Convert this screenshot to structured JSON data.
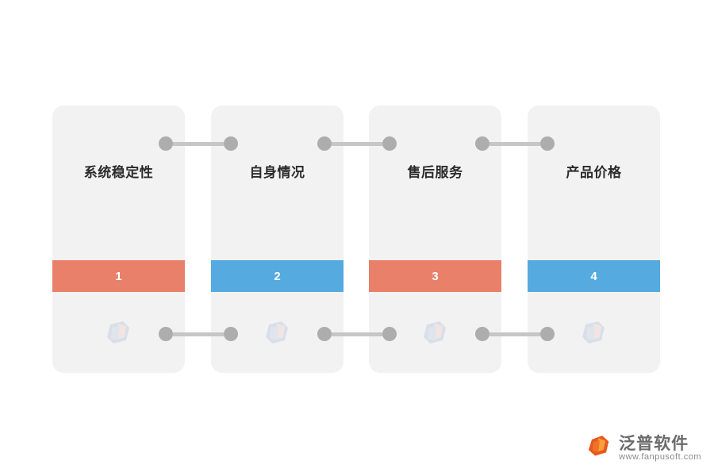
{
  "diagram": {
    "type": "process-steps",
    "steps": [
      {
        "title": "系统稳定性",
        "number": "1",
        "band_color": "#e8806a"
      },
      {
        "title": "自身情况",
        "number": "2",
        "band_color": "#55aadf"
      },
      {
        "title": "售后服务",
        "number": "3",
        "band_color": "#e8806a"
      },
      {
        "title": "产品价格",
        "number": "4",
        "band_color": "#55aadf"
      }
    ],
    "card_color": "#f2f2f2",
    "connector_color": "#c6c6c6",
    "connector_dot_color": "#adadad",
    "logo_icon": "fanpu-logo-icon"
  },
  "watermark": {
    "icon": "fanpu-logo-icon",
    "brand_cn": "泛普软件",
    "brand_en": "www.fanpusoft.com"
  }
}
